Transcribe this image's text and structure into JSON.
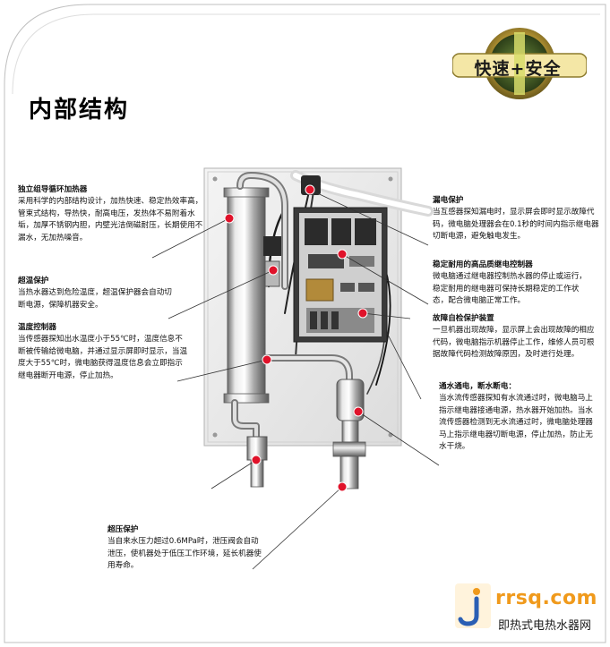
{
  "header": {
    "title": "内部结构",
    "badge": "快速+安全"
  },
  "callouts": {
    "heater": {
      "heading": "独立组导循环加热器",
      "body": "采用科学的内部结构设计，加热快速、稳定热效率高，管束式结构，导热快，耐高电压，发热体不易附着水垢，加厚不锈钢内胆，内壁光洁倒磁耐压，长期使用不漏水，无加热噪音。"
    },
    "overheat": {
      "heading": "超温保护",
      "body": "当热水器达到危险温度，超温保护器会自动切断电源，保障机器安全。"
    },
    "tempctrl": {
      "heading": "温度控制器",
      "body": "当传感器探知出水温度小于55℃时，温度信息不断被传输给微电脑，并通过显示屏即时显示，当温度大于55℃时，微电脑获得温度信息会立即指示继电器断开电源，停止加热。"
    },
    "leakage": {
      "heading": "漏电保护",
      "body": "当互感器探知漏电时，显示屏会即时显示故障代码，微电脑处理器会在0.1秒的时间内指示继电器切断电源，避免触电发生。"
    },
    "relay": {
      "heading": "稳定耐用的高品质继电控制器",
      "body": "微电脑通过继电器控制热水器的停止或运行，稳定耐用的继电器可保持长期稳定的工作状态，配合微电脑正常工作。"
    },
    "selfcheck": {
      "heading": "故障自检保护装置",
      "body": "一旦机器出现故障，显示屏上会出现故障的相应代码，微电脑指示机器停止工作，维修人员可根据故障代码检测故障原因，及时进行处理。"
    },
    "flow": {
      "heading": "通水通电，断水断电：",
      "body": "当水流传感器探知有水流通过时，微电脑马上指示继电器接通电源，热水器开始加热。当水流传感器检测到无水流通过时，微电脑处理器马上指示继电器切断电源，停止加热，防止无水干烧。"
    },
    "pressure": {
      "heading": "超压保护",
      "body": "当自来水压力超过0.6MPa时，泄压阀会自动泄压，使机器处于低压工作环境，延长机器使用寿命。"
    }
  },
  "footer": {
    "logo_mark": "j",
    "logo_url": "rrsq.com",
    "logo_sub": "即热式电热水器网"
  },
  "colors": {
    "marker": "#e0122a",
    "accent": "#f09a1c",
    "panel": "#efefef"
  }
}
